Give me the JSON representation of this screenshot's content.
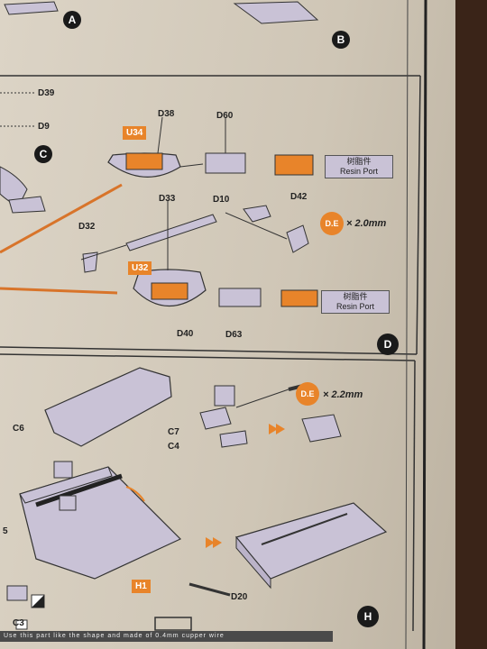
{
  "steps": {
    "a": "A",
    "b": "B",
    "c": "C",
    "d": "D",
    "h": "H"
  },
  "parts": {
    "d39": "D39",
    "d9": "D9",
    "d38": "D38",
    "d60": "D60",
    "d33": "D33",
    "d10": "D10",
    "d42": "D42",
    "d32": "D32",
    "d40": "D40",
    "d63": "D63",
    "c6": "C6",
    "c7": "C7",
    "c4": "C4",
    "c5": "5",
    "c3": "C3",
    "d20": "D20"
  },
  "tags": {
    "u34": "U34",
    "u32": "U32",
    "h1": "H1"
  },
  "resin_1": {
    "chinese": "树脂件",
    "english": "Resin Port"
  },
  "resin_2": {
    "chinese": "树脂件",
    "english": "Resin Port"
  },
  "dims": {
    "d1_badge": "D.E",
    "d1_text": "× 2.0mm",
    "d2_badge": "D.E",
    "d2_text": "× 2.2mm"
  },
  "footer": {
    "text": "Use this part like the shape and made of 0.4mm cupper wire"
  },
  "colors": {
    "paper": "#d6cfc1",
    "part_fill": "#cbc4d8",
    "accent": "#e8842a",
    "step_circle": "#1a1a1a"
  }
}
